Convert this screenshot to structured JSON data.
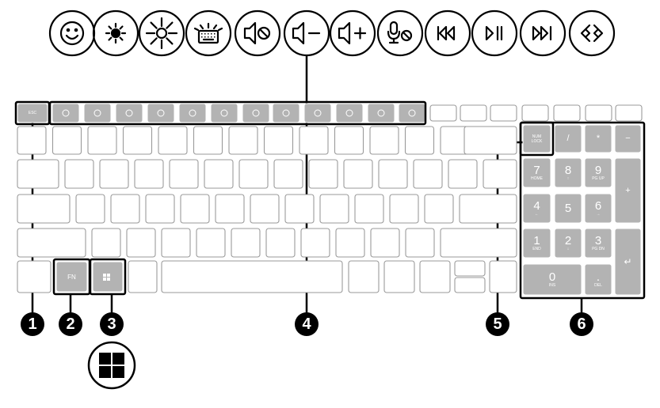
{
  "function_icons": [
    {
      "name": "hp-support-assistant-icon"
    },
    {
      "name": "brightness-down-icon"
    },
    {
      "name": "brightness-up-icon"
    },
    {
      "name": "keyboard-backlight-icon"
    },
    {
      "name": "mute-icon"
    },
    {
      "name": "volume-down-icon"
    },
    {
      "name": "volume-up-icon"
    },
    {
      "name": "mic-mute-icon"
    },
    {
      "name": "previous-track-icon"
    },
    {
      "name": "play-pause-icon"
    },
    {
      "name": "next-track-icon"
    },
    {
      "name": "screen-switch-icon"
    }
  ],
  "keys": {
    "esc": "ESC",
    "fn": "FN",
    "num_lock": "NUM\nLOCK",
    "divide": "/",
    "multiply": "*",
    "minus": "−",
    "plus": "+",
    "enter": "↵",
    "numpad": [
      {
        "num": "7",
        "sub": "HOME"
      },
      {
        "num": "8",
        "sub": "↑"
      },
      {
        "num": "9",
        "sub": "PG UP"
      },
      {
        "num": "4",
        "sub": "←"
      },
      {
        "num": "5",
        "sub": ""
      },
      {
        "num": "6",
        "sub": "→"
      },
      {
        "num": "1",
        "sub": "END"
      },
      {
        "num": "2",
        "sub": "↓"
      },
      {
        "num": "3",
        "sub": "PG DN"
      }
    ],
    "zero": {
      "num": "0",
      "sub": "INS"
    },
    "decimal": {
      "num": ".",
      "sub": "DEL"
    }
  },
  "callouts": [
    "1",
    "2",
    "3",
    "4",
    "5",
    "6"
  ],
  "colors": {
    "highlight_key": "#b3b3b3",
    "key_outline": "#9a9a9a",
    "callout": "#000000",
    "background": "#ffffff"
  }
}
